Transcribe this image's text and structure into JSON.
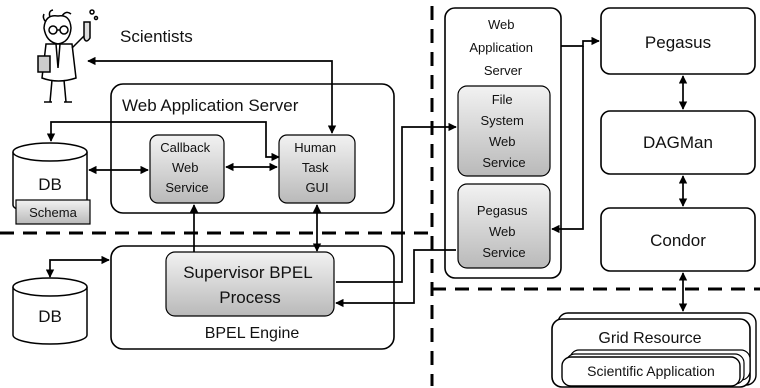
{
  "scientists": {
    "label": "Scientists"
  },
  "web_app_server_left": {
    "title": "Web Application Server"
  },
  "callback_ws": {
    "lines": [
      "Callback",
      "Web",
      "Service"
    ]
  },
  "human_task": {
    "lines": [
      "Human",
      "Task",
      "GUI"
    ]
  },
  "db_top": {
    "label": "DB",
    "schema": "Schema"
  },
  "db_bottom": {
    "label": "DB"
  },
  "bpel_engine": {
    "label": "BPEL Engine"
  },
  "supervisor": {
    "lines": [
      "Supervisor BPEL",
      "Process"
    ]
  },
  "web_app_server_right": {
    "title_lines": [
      "Web",
      "Application",
      "Server"
    ]
  },
  "file_system_ws": {
    "lines": [
      "File",
      "System",
      "Web",
      "Service"
    ]
  },
  "pegasus_ws": {
    "lines": [
      "Pegasus",
      "Web",
      "Service"
    ]
  },
  "pegasus": {
    "label": "Pegasus"
  },
  "dagman": {
    "label": "DAGMan"
  },
  "condor": {
    "label": "Condor"
  },
  "grid": {
    "label": "Grid Resource",
    "app": "Scientific Application"
  }
}
